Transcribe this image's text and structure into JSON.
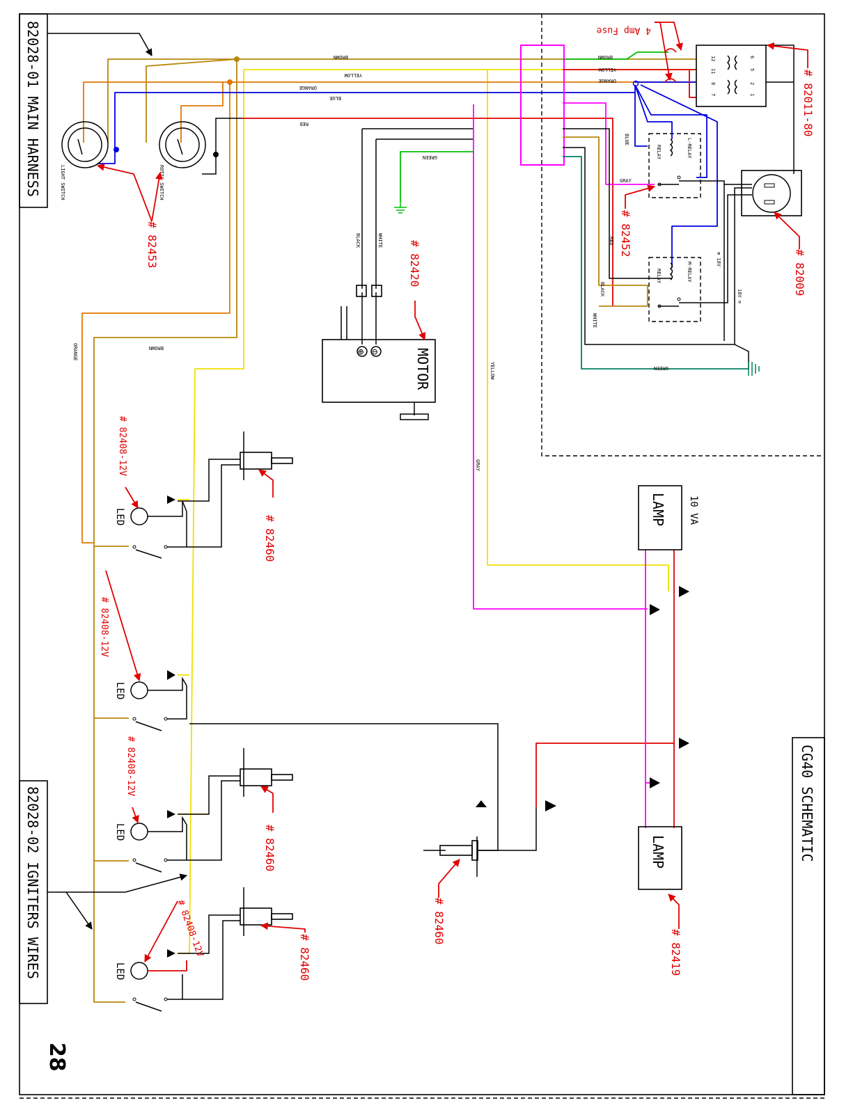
{
  "titles": {
    "main_harness": "82028-01 MAIN HARNESS",
    "igniters": "82028-02 IGNITERS WIRES",
    "schematic": "CG40 SCHEMATIC"
  },
  "page_number": "28",
  "components": {
    "light_switch": "LIGHT SWITCH",
    "rotis_switch": "ROTIS SWITCH",
    "motor": "MOTOR",
    "motor_plus": "⊕",
    "motor_minus": "⊖",
    "lamp_top": "LAMP",
    "lamp_bottom": "LAMP",
    "lamp_rating": "10 VA",
    "l_relay": "L-RELAY",
    "m_relay": "M-RELAY",
    "relay_word_1": "RELAY",
    "relay_word_2": "RELAY",
    "v18_plus": "⊕ 18V",
    "v18_minus": "18V ⊖",
    "led_1": "LED",
    "led_2": "LED",
    "led_3": "LED",
    "led_4": "LED",
    "pin_12": "12",
    "pin_11": "11",
    "pin_8": "8",
    "pin_7": "7",
    "pin_6": "6",
    "pin_5": "5",
    "pin_2": "2",
    "pin_1": "1"
  },
  "part_labels": {
    "p82453": "# 82453",
    "p82420": "# 82420",
    "p82452": "# 82452",
    "p82009": "# 82009",
    "p82011": "# 82011-80",
    "fuse": "4 Amp Fuse",
    "p82408_1": "# 82408-12V",
    "p82408_2": "# 82408-12V",
    "p82408_3": "# 82408-12V",
    "p82408_4": "# 82408-12V",
    "p82460_1": "# 82460",
    "p82460_2": "# 82460",
    "p82460_3": "# 82460",
    "p82460_4": "# 82460",
    "p82419": "# 82419"
  },
  "wire_labels": {
    "brown_top": "BROWN",
    "yellow_top": "YELLOW",
    "orange_top": "ORANGE",
    "blue_top": "BLUE",
    "red_top": "RED",
    "green_top": "GREEN",
    "black_motor": "BLACK",
    "white_motor": "WHITE",
    "brown_right": "BROWN",
    "yellow_right": "YELLOW",
    "orange_right": "ORANGE",
    "blue_right": "BLUE",
    "gray_right": "GRAY",
    "red_right": "RED",
    "black_right": "BLACK",
    "white_right": "WHITE",
    "green_right": "GREEN",
    "brown_left": "BROWN",
    "orange_left": "ORANGE",
    "yellow_vert": "YELLOW",
    "gray_vert": "GRAY"
  },
  "wire_colors": {
    "brown": "#b8860b",
    "orange": "#e07800",
    "yellow": "#f0e000",
    "blue": "#0000e0",
    "red": "#e00000",
    "green": "#00c000",
    "gray": "#ff00ff",
    "teal": "#008060",
    "black": "#000000"
  }
}
